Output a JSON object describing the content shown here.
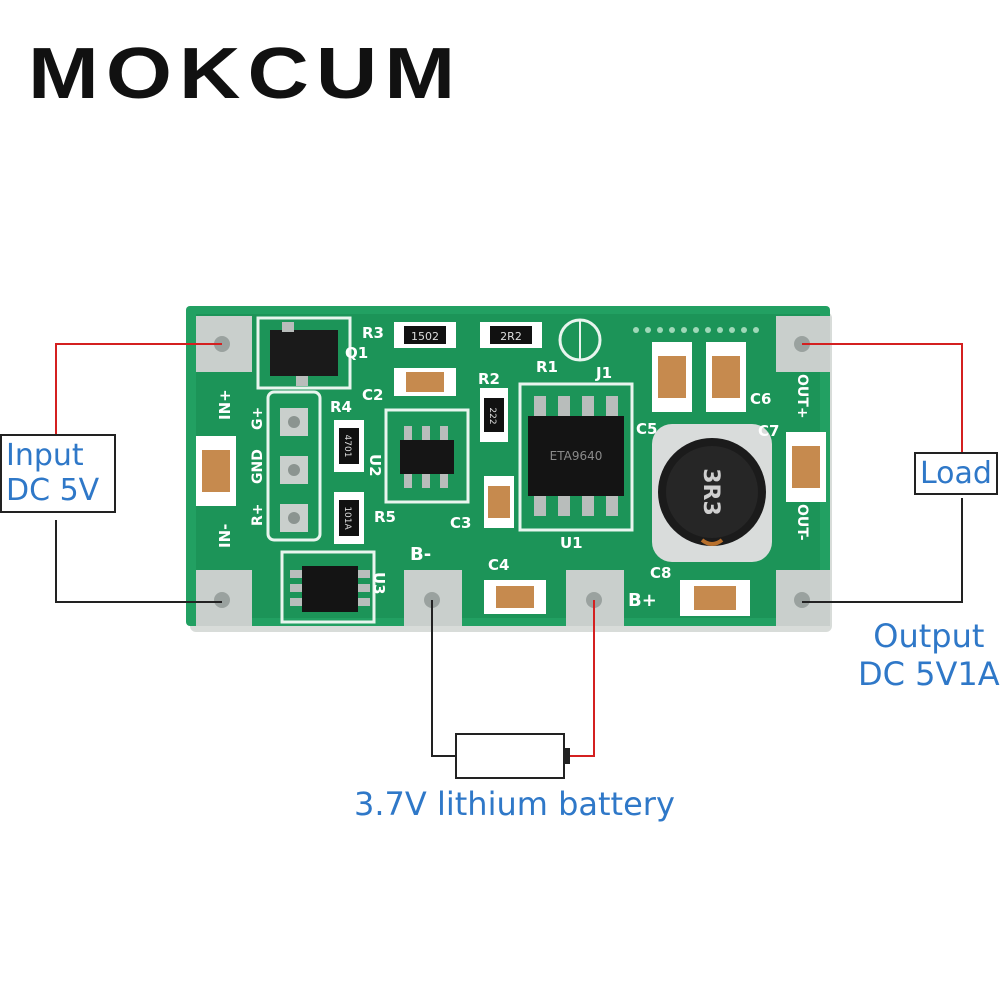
{
  "brand": {
    "logo_text": "MOKCUM"
  },
  "labels": {
    "input_line1": "Input",
    "input_line2": "DC 5V",
    "load": "Load",
    "output_line1": "Output",
    "output_line2": "DC 5V1A",
    "battery": "3.7V lithium battery"
  },
  "board": {
    "silkscreen": {
      "in_plus": "IN+",
      "in_minus": "IN-",
      "g_plus": "G+",
      "gnd": "GND",
      "r_plus": "R+",
      "b_minus": "B-",
      "b_plus": "B+",
      "out_plus": "OUT+",
      "out_minus": "OUT-",
      "q1": "Q1",
      "r3": "R3",
      "r1": "R1",
      "j1": "J1",
      "r2": "R2",
      "r4": "R4",
      "c2": "C2",
      "c3": "C3",
      "c4": "C4",
      "c5": "C5",
      "c6": "C6",
      "c7": "C7",
      "c8": "C8",
      "u1": "U1",
      "u2": "U2",
      "u3": "U3",
      "r5": "R5"
    },
    "markings": {
      "r3_code": "1502",
      "r1_code": "2R2",
      "r2_code": "222",
      "r4_code": "4701",
      "r5_code": "101A",
      "inductor_code": "3R3",
      "chip_code": "ETA9640"
    }
  },
  "colors": {
    "pcb_green": "#1f9a5e",
    "wire_red": "#d42020",
    "wire_black": "#222222",
    "label_blue": "#2f78c8"
  }
}
